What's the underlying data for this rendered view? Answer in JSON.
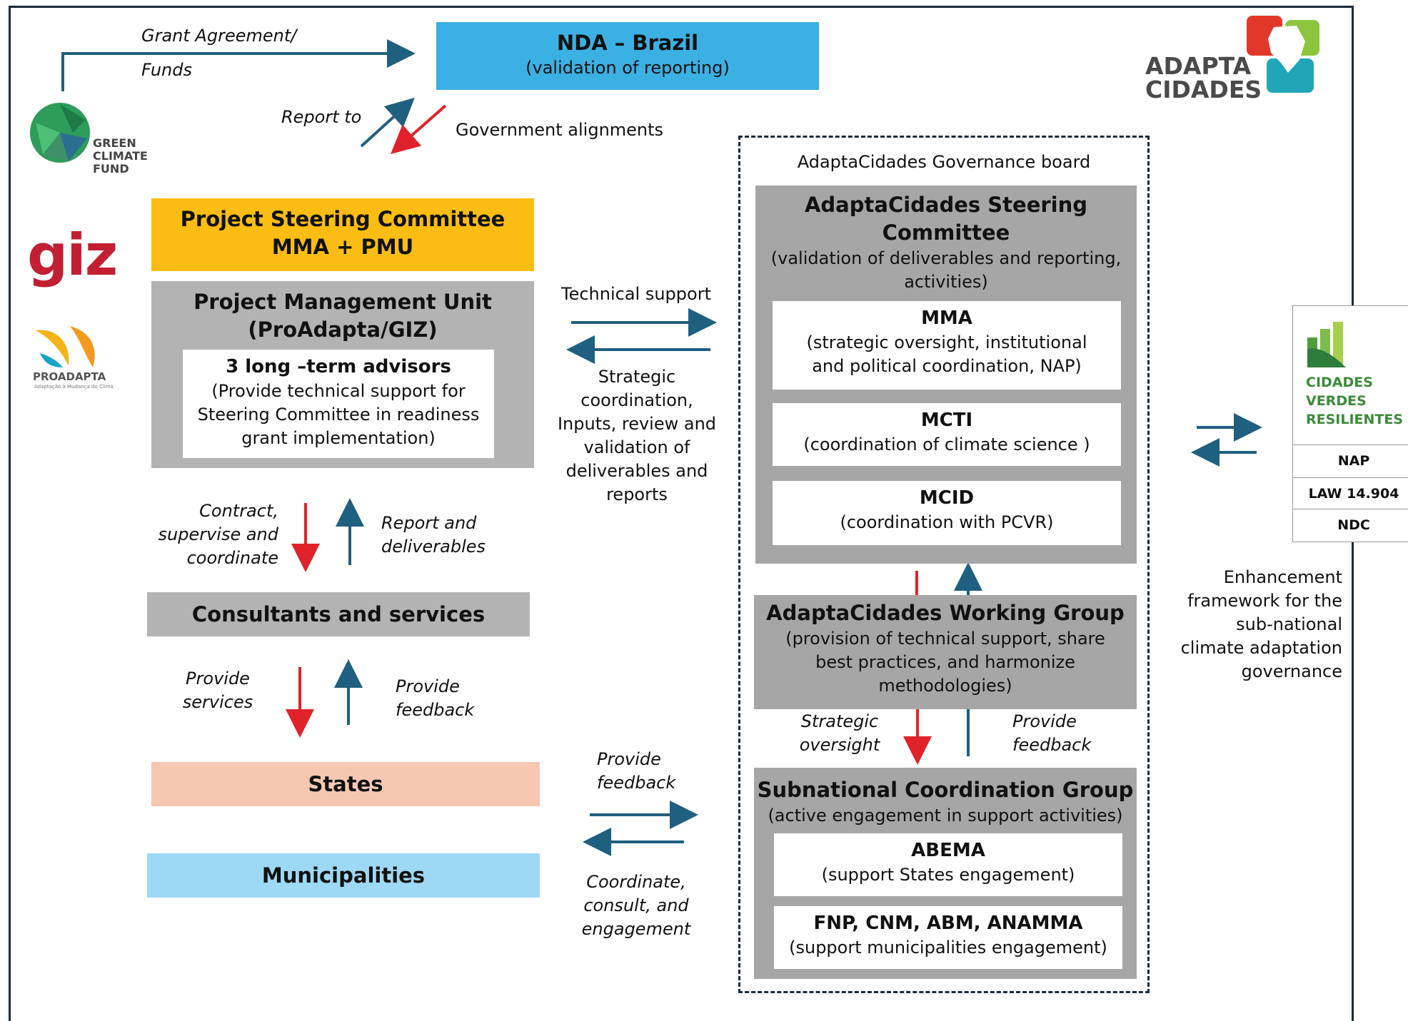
{
  "top": {
    "grant_line1": "Grant Agreement/",
    "grant_line2": "Funds",
    "nda_title": "NDA – Brazil",
    "nda_sub": "(validation of reporting)",
    "report_to": "Report to",
    "gov_alignments": "Government alignments"
  },
  "logos": {
    "gcf_line1": "GREEN",
    "gcf_line2": "CLIMATE",
    "gcf_line3": "FUND",
    "giz": "giz",
    "proadapta": "PROADAPTA",
    "proadapta_tag": "Adaptação à Mudança do Clima",
    "adapta_line1": "ADAPTA",
    "adapta_line2": "CIDADES",
    "cvr_line1": "CIDADES",
    "cvr_line2": "VERDES",
    "cvr_line3": "RESILIENTES"
  },
  "left": {
    "psc_line1": "Project Steering Committee",
    "psc_line2": "MMA + PMU",
    "pmu_line1": "Project Management Unit",
    "pmu_line2": "(ProAdapta/GIZ)",
    "advisors_title": "3 long –term advisors",
    "advisors_sub1": "(Provide technical support for",
    "advisors_sub2": "Steering Committee in readiness",
    "advisors_sub3": "grant implementation)",
    "contract_1": "Contract,",
    "contract_2": "supervise and",
    "contract_3": "coordinate",
    "report_deliv_1": "Report and",
    "report_deliv_2": "deliverables",
    "consultants": "Consultants and services",
    "provide_services_1": "Provide",
    "provide_services_2": "services",
    "provide_feedback_1": "Provide",
    "provide_feedback_2": "feedback",
    "states": "States",
    "municipalities": "Municipalities"
  },
  "middle": {
    "technical_support": "Technical support",
    "strategic_1": "Strategic",
    "strategic_2": "coordination,",
    "strategic_3": "Inputs, review and",
    "strategic_4": "validation of",
    "strategic_5": "deliverables and",
    "strategic_6": "reports",
    "feedback_1": "Provide",
    "feedback_2": "feedback",
    "coord_1": "Coordinate,",
    "coord_2": "consult, and",
    "coord_3": "engagement"
  },
  "board": {
    "label": "AdaptaCidades Governance board",
    "sc_title1": "AdaptaCidades Steering",
    "sc_title2": "Committee",
    "sc_sub1": "(validation of deliverables and reporting,",
    "sc_sub2": "activities)",
    "mma_title": "MMA",
    "mma_sub1": "(strategic oversight, institutional",
    "mma_sub2": "and political coordination, NAP)",
    "mcti_title": "MCTI",
    "mcti_sub": "(coordination of climate science )",
    "mcid_title": "MCID",
    "mcid_sub": "(coordination with PCVR)",
    "wg_title": "AdaptaCidades Working Group",
    "wg_sub1": "(provision of technical support, share",
    "wg_sub2": "best practices, and harmonize",
    "wg_sub3": "methodologies)",
    "oversight_1": "Strategic",
    "oversight_2": "oversight",
    "feedback_1": "Provide",
    "feedback_2": "feedback",
    "scg_title": "Subnational Coordination Group",
    "scg_sub": "(active engagement in support activities)",
    "abema_title": "ABEMA",
    "abema_sub": "(support States engagement)",
    "fnp_title": "FNP, CNM, ABM, ANAMMA",
    "fnp_sub": "(support municipalities engagement)"
  },
  "right": {
    "nap": "NAP",
    "law": "LAW 14.904",
    "ndc": "NDC",
    "enh_1": "Enhancement",
    "enh_2": "framework for the",
    "enh_3": "sub-national",
    "enh_4": "climate adaptation",
    "enh_5": "governance"
  },
  "colors": {
    "nda": "#3bb0e3",
    "psc": "#fbbd13",
    "gray": "#b3b3b3",
    "darkgray": "#a6a6a6",
    "states": "#f6c8b2",
    "municipalities": "#9dd9f4",
    "arrow_blue": "#1f5f7f",
    "arrow_red": "#e0232a"
  }
}
